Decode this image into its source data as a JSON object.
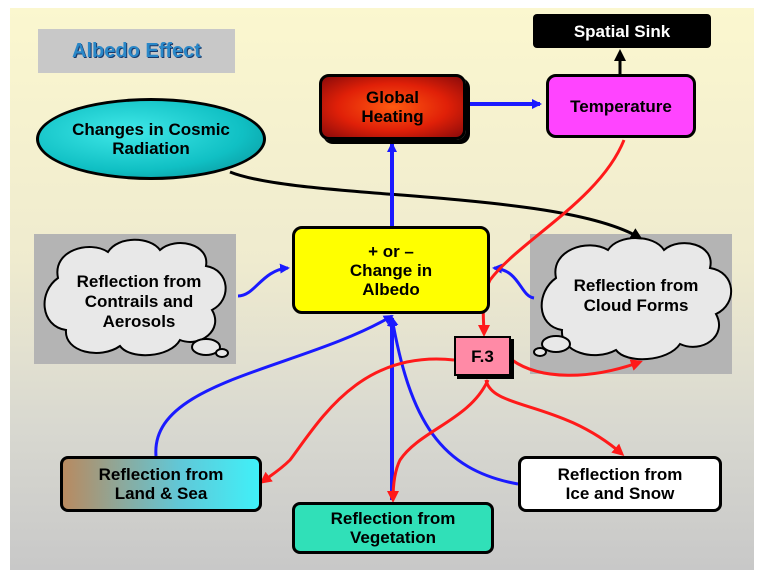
{
  "title": "Albedo Effect",
  "nodes": {
    "spatial_sink": "Spatial  Sink",
    "global_heating": "Global\nHeating",
    "temperature": "Temperature",
    "cosmic_radiation": "Changes in Cosmic\nRadiation",
    "albedo_change": "+ or –\nChange in\nAlbedo",
    "contrails": "Reflection from\nContrails and\nAerosols",
    "cloud_forms": "Reflection from\nCloud Forms",
    "f3": "F.3",
    "land_sea": "Reflection from\nLand & Sea",
    "vegetation": "Reflection from\nVegetation",
    "ice_snow": "Reflection from\nIce and Snow"
  },
  "colors": {
    "blue_arrow": "#1a1aff",
    "red_arrow": "#ff1a1a",
    "black_arrow": "#000000",
    "title_text": "#2a88c8"
  }
}
